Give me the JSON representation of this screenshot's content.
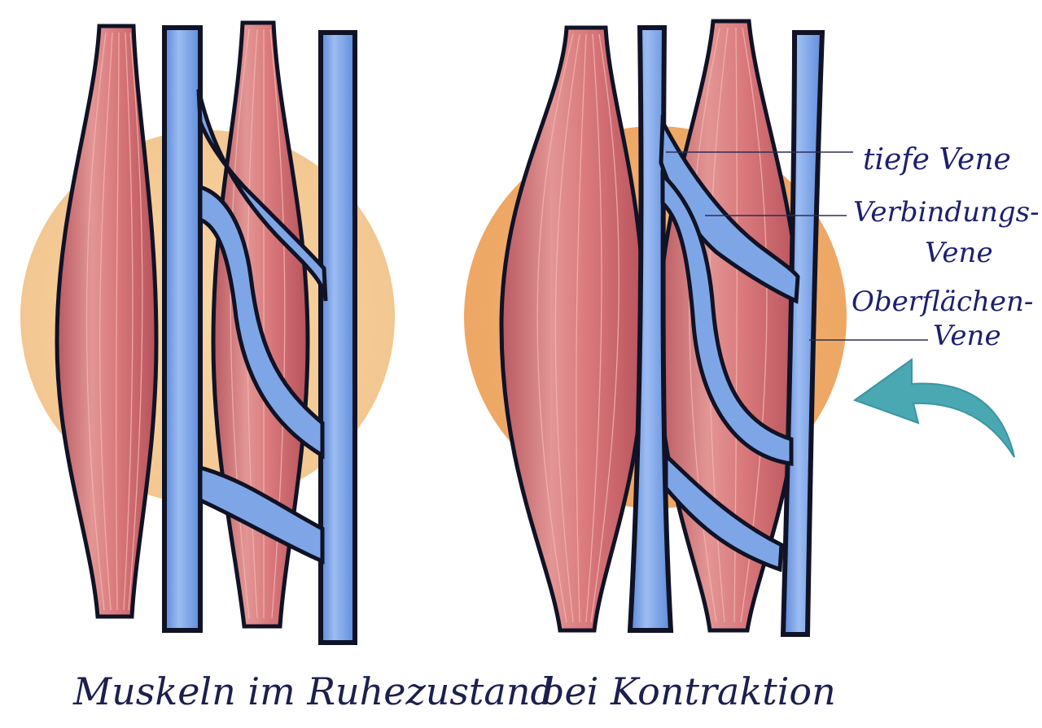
{
  "labels": {
    "deep_vein": "tiefe Vene",
    "connecting_vein_line1": "Verbindungs-",
    "connecting_vein_line2": "Vene",
    "surface_vein_line1": "Oberflächen-",
    "surface_vein_line2": "Vene"
  },
  "captions": {
    "rest": "Muskeln im Ruhezustand",
    "contraction": "bei Kontraktion"
  },
  "colors": {
    "muscle": "#d5757a",
    "muscle_light": "#e9a09f",
    "vein": "#6f9ae0",
    "vein_light": "#9dbbf0",
    "outline": "#101225",
    "glow": "#f6cf9a",
    "glow_contraction": "#f2ad6c",
    "arrow": "#4aa8b3",
    "ink": "#1c1f6e"
  },
  "icons": {
    "arrow": "curved-arrow-icon"
  }
}
